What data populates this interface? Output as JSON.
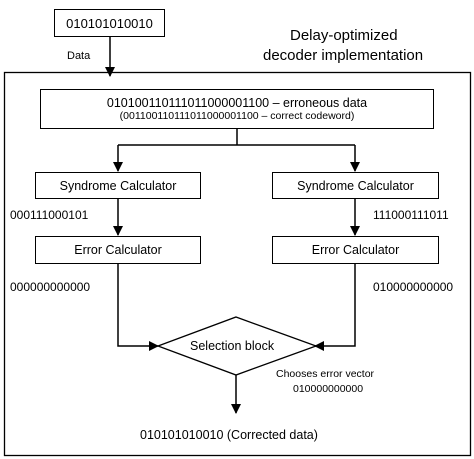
{
  "input": {
    "bits": "010101010010",
    "arrow_label": "Data"
  },
  "container": {
    "title_line1": "Delay-optimized",
    "title_line2": "decoder implementation"
  },
  "received": {
    "line1": "010100110111011000001100 – erroneous data",
    "line2": "(001100110111011000001100 – correct codeword)"
  },
  "left_branch": {
    "syndrome_label": "Syndrome Calculator",
    "syndrome_value": "000111000101",
    "error_label": "Error Calculator",
    "error_value": "000000000000"
  },
  "right_branch": {
    "syndrome_label": "Syndrome Calculator",
    "syndrome_value": "111000111011",
    "error_label": "Error Calculator",
    "error_value": "010000000000"
  },
  "selection": {
    "label": "Selection block",
    "note_line1": "Chooses error vector",
    "note_line2": "010000000000"
  },
  "output": {
    "label": "010101010010 (Corrected data)"
  }
}
